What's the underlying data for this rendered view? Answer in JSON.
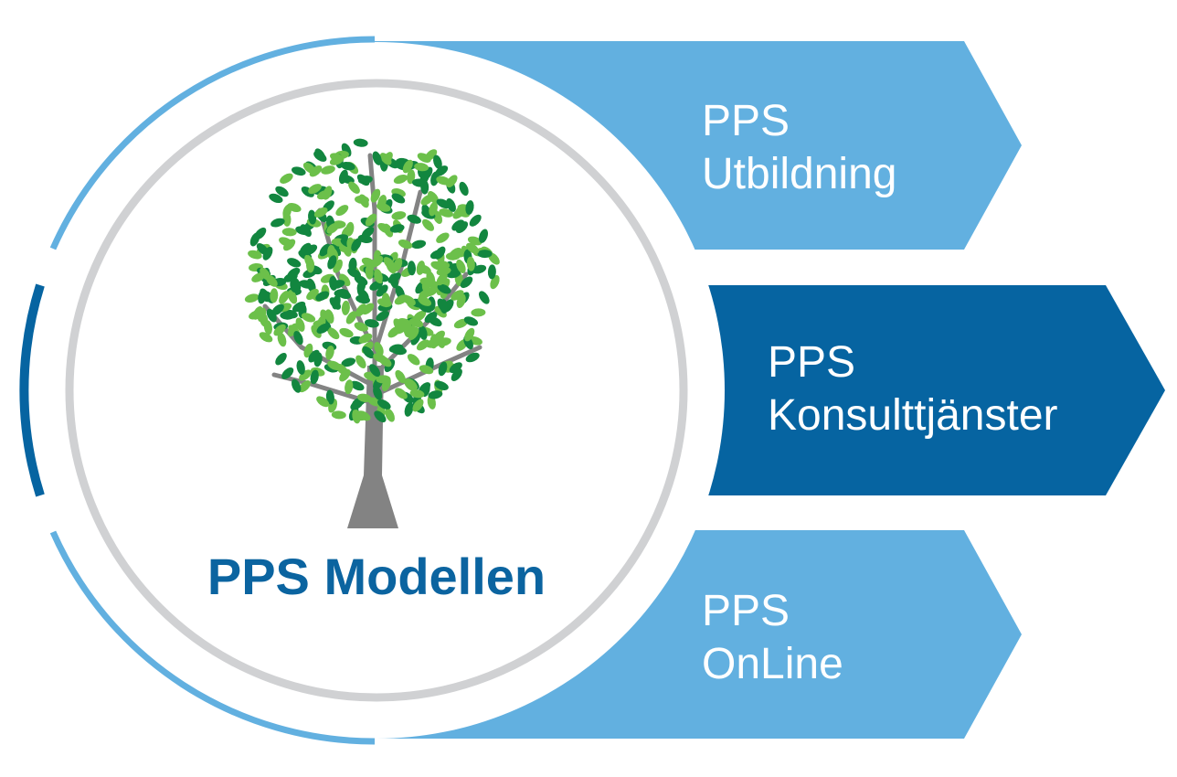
{
  "title": "PPS Modellen",
  "arrows": [
    {
      "line1": "PPS",
      "line2": "Utbildning",
      "color": "#62b0e0"
    },
    {
      "line1": "PPS",
      "line2": "Konsulttjänster",
      "color": "#0664a1"
    },
    {
      "line1": "PPS",
      "line2": "OnLine",
      "color": "#62b0e0"
    }
  ],
  "colors": {
    "light_blue": "#62b0e0",
    "dark_blue": "#0664a1",
    "ring_gray": "#d0d1d3",
    "trunk": "#838383",
    "leaf_light": "#6cc04a",
    "leaf_dark": "#12863f"
  }
}
